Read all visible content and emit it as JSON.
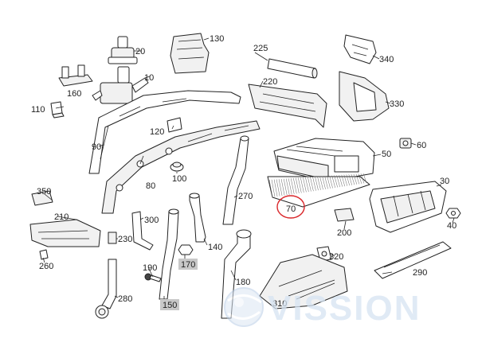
{
  "parts": [
    {
      "id": "p20",
      "label": "20"
    },
    {
      "id": "p10",
      "label": "10"
    },
    {
      "id": "p30",
      "label": "30"
    },
    {
      "id": "p40",
      "label": "40"
    },
    {
      "id": "p50",
      "label": "50"
    },
    {
      "id": "p60",
      "label": "60"
    },
    {
      "id": "p70",
      "label": "70"
    },
    {
      "id": "p80",
      "label": "80"
    },
    {
      "id": "p90",
      "label": "90"
    },
    {
      "id": "p100",
      "label": "100"
    },
    {
      "id": "p110",
      "label": "110"
    },
    {
      "id": "p120",
      "label": "120"
    },
    {
      "id": "p130",
      "label": "130"
    },
    {
      "id": "p140",
      "label": "140"
    },
    {
      "id": "p150",
      "label": "150"
    },
    {
      "id": "p160",
      "label": "160"
    },
    {
      "id": "p170",
      "label": "170"
    },
    {
      "id": "p180",
      "label": "180"
    },
    {
      "id": "p190",
      "label": "190"
    },
    {
      "id": "p200",
      "label": "200"
    },
    {
      "id": "p210",
      "label": "210"
    },
    {
      "id": "p220",
      "label": "220"
    },
    {
      "id": "p225",
      "label": "225"
    },
    {
      "id": "p230",
      "label": "230"
    },
    {
      "id": "p260",
      "label": "260"
    },
    {
      "id": "p270",
      "label": "270"
    },
    {
      "id": "p280",
      "label": "280"
    },
    {
      "id": "p290",
      "label": "290"
    },
    {
      "id": "p300",
      "label": "300"
    },
    {
      "id": "p310",
      "label": "310"
    },
    {
      "id": "p320",
      "label": "320"
    },
    {
      "id": "p330",
      "label": "330"
    },
    {
      "id": "p340",
      "label": "340"
    },
    {
      "id": "p350",
      "label": "350"
    }
  ],
  "highlighted_part": "70",
  "watermark": {
    "text": "VISSION",
    "color": "#c9daf0"
  },
  "colors": {
    "line": "#222222",
    "highlight_circle": "#d9262a",
    "label_highlight_bg": "#c8c8c8"
  }
}
